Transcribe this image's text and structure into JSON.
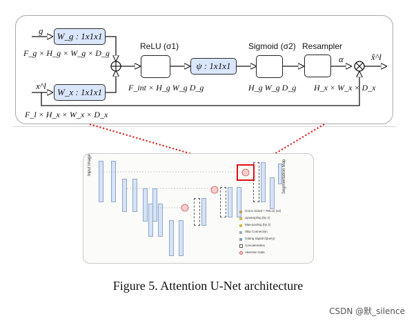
{
  "attention_gate": {
    "input_g": "g",
    "input_g_dims": "F_g × H_g × W_g × D_g",
    "input_x": "x^l",
    "input_x_dims": "F_l × H_x × W_x × D_x",
    "wg_label": "W_g : 1x1x1",
    "wx_label": "W_x : 1x1x1",
    "relu_label": "ReLU (σ1)",
    "relu_dims": "F_int × H_g W_g D_g",
    "psi_label": "ψ : 1x1x1",
    "sigmoid_label": "Sigmoid (σ2)",
    "sigmoid_dims": "H_g W_g D_g",
    "resampler_label": "Resampler",
    "alpha": "α",
    "resampler_dims": "H_x × W_x × D_x",
    "output": "x̂^l"
  },
  "unet": {
    "input_label": "Input Image",
    "output_label": "Segmentation Map",
    "legend": [
      {
        "text": "(Conv 3x3x3 + ReLU) (x2)",
        "color": "#c8a24a"
      },
      {
        "text": "Upsampling (by 2)",
        "color": "#d9b24a"
      },
      {
        "text": "Max-pooling (by 2)",
        "color": "#d9b24a"
      },
      {
        "text": "Skip Connection",
        "color": "#9aa6b6"
      },
      {
        "text": "Gating Signal (Query)",
        "color": "#7a9bc8"
      },
      {
        "text": "Concatenation",
        "color": "#555555"
      },
      {
        "text": "Attention Gate",
        "color": "#e07070"
      }
    ]
  },
  "caption": "Figure 5. Attention U-Net architecture",
  "watermark": "CSDN @默_silence",
  "colors": {
    "box_fill": "#d9e6fb",
    "highlight": "#e01010",
    "gate_circle": "#e57373"
  }
}
